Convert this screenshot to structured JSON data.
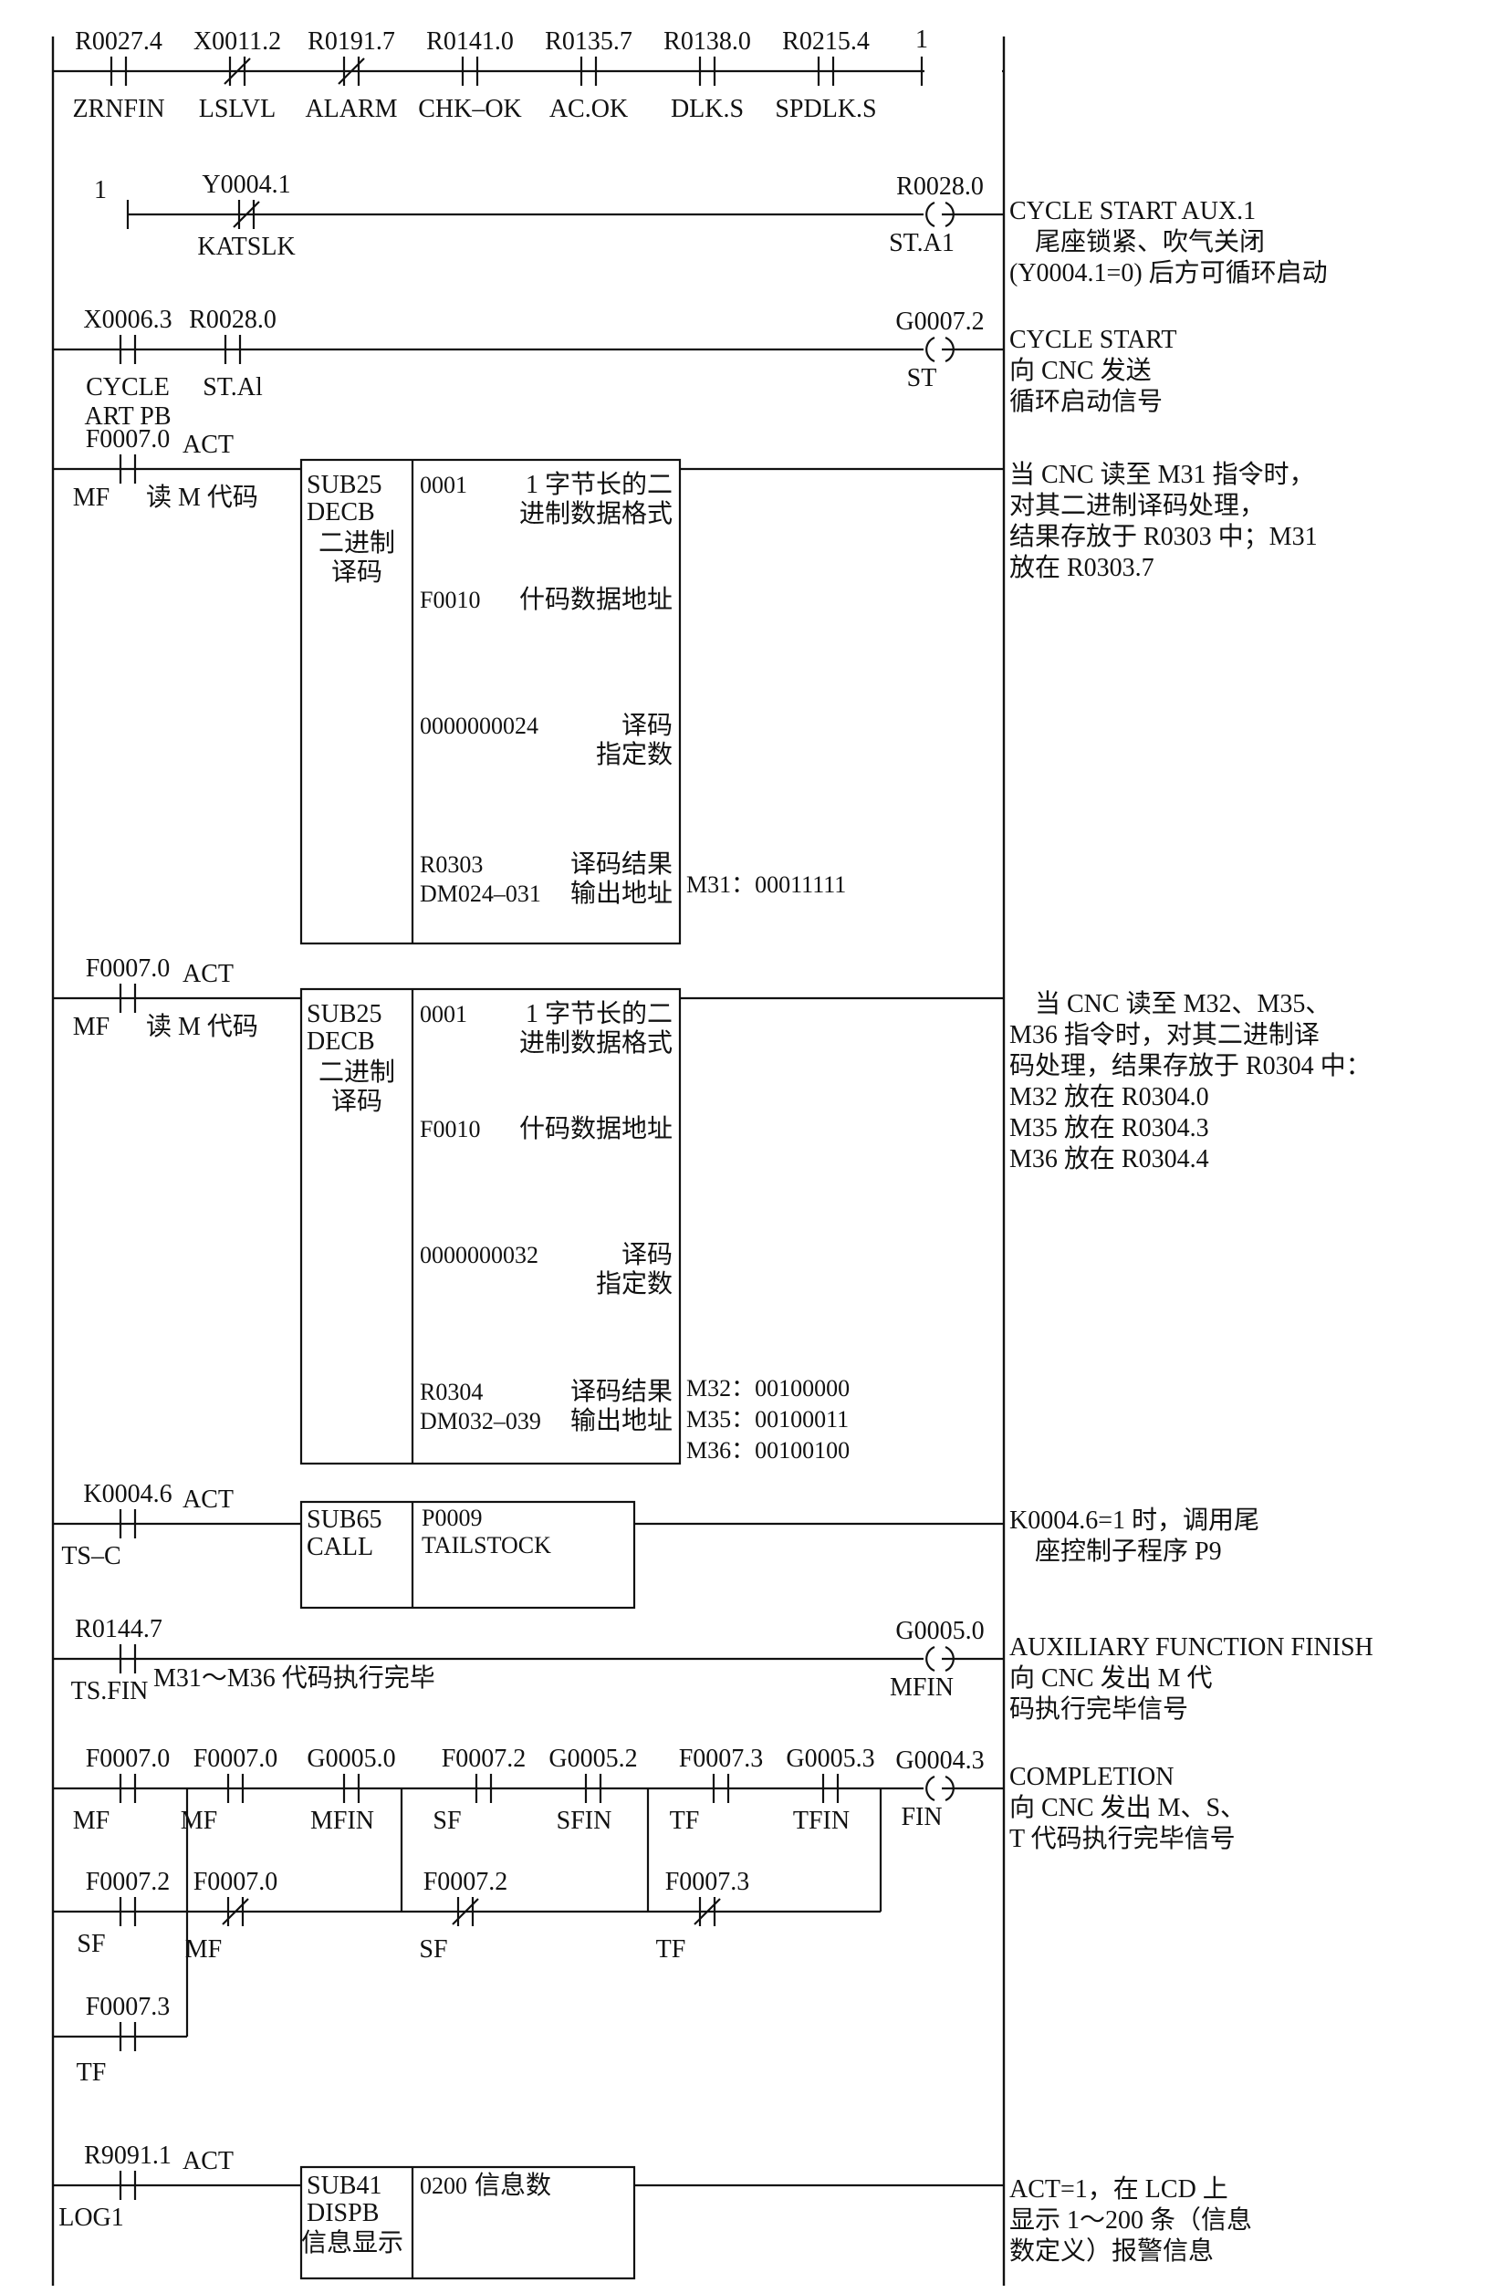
{
  "rungs": [
    {
      "contacts": [
        {
          "addr": "R0027.4",
          "sym": "ZRNFIN",
          "type": "NO"
        },
        {
          "addr": "X0011.2",
          "sym": "LSLVL",
          "type": "NC"
        },
        {
          "addr": "R0191.7",
          "sym": "ALARM",
          "type": "NC"
        },
        {
          "addr": "R0141.0",
          "sym": "CHK–OK",
          "type": "NO"
        },
        {
          "addr": "R0135.7",
          "sym": "AC.OK",
          "type": "NO"
        },
        {
          "addr": "R0138.0",
          "sym": "DLK.S",
          "type": "NO"
        },
        {
          "addr": "R0215.4",
          "sym": "SPDLK.S",
          "type": "NO"
        }
      ],
      "end_label": "1"
    },
    {
      "start_label": "1",
      "contacts": [
        {
          "addr": "Y0004.1",
          "sym": "KATSLK",
          "type": "NC"
        }
      ],
      "coil": {
        "addr": "R0028.0",
        "sym": "ST.A1"
      },
      "comment": [
        "CYCLE START AUX.1",
        "　尾座锁紧、吹气关闭",
        "(Y0004.1=0) 后方可循环启动"
      ]
    },
    {
      "contacts": [
        {
          "addr": "X0006.3",
          "sym": "CYCLE",
          "sym2": "ART  PB",
          "type": "NO"
        },
        {
          "addr": "R0028.0",
          "sym": "ST.Al",
          "type": "NO"
        }
      ],
      "coil": {
        "addr": "G0007.2",
        "sym": "ST"
      },
      "comment": [
        "CYCLE START",
        "向 CNC 发送",
        "循环启动信号"
      ]
    },
    {
      "contact": {
        "addr": "F0007.0",
        "sym": "MF",
        "act": "ACT",
        "note": "读 M 代码"
      },
      "func": {
        "name": "SUB25",
        "mnem": "DECB",
        "desc": [
          "二进制",
          "译码"
        ]
      },
      "params": [
        {
          "code": "0001",
          "desc": [
            "1 字节长的二",
            "进制数据格式"
          ]
        },
        {
          "code": "F0010",
          "desc": [
            "什码数据地址"
          ]
        },
        {
          "code": "0000000024",
          "desc": [
            "译码",
            "指定数"
          ]
        },
        {
          "code": "R0303",
          "code2": "DM024–031",
          "desc": [
            "译码结果",
            "输出地址"
          ]
        }
      ],
      "side_note": [
        "M31：00011111"
      ],
      "comment": [
        "当 CNC 读至 M31 指令时，",
        "对其二进制译码处理，",
        "结果存放于 R0303 中；M31",
        "放在 R0303.7"
      ]
    },
    {
      "contact": {
        "addr": "F0007.0",
        "sym": "MF",
        "act": "ACT",
        "note": "读 M 代码"
      },
      "func": {
        "name": "SUB25",
        "mnem": "DECB",
        "desc": [
          "二进制",
          "译码"
        ]
      },
      "params": [
        {
          "code": "0001",
          "desc": [
            "1 字节长的二",
            "进制数据格式"
          ]
        },
        {
          "code": "F0010",
          "desc": [
            "什码数据地址"
          ]
        },
        {
          "code": "0000000032",
          "desc": [
            "译码",
            "指定数"
          ]
        },
        {
          "code": "R0304",
          "code2": "DM032–039",
          "desc": [
            "译码结果",
            "输出地址"
          ]
        }
      ],
      "side_note": [
        "M32：00100000",
        "M35：00100011",
        "M36：00100100"
      ],
      "comment": [
        "　当 CNC 读至 M32、M35、",
        "M36 指令时，对其二进制译",
        "码处理，结果存放于 R0304 中：",
        "M32 放在 R0304.0",
        "M35 放在 R0304.3",
        "M36 放在 R0304.4"
      ]
    },
    {
      "contact": {
        "addr": "K0004.6",
        "sym": "TS–C",
        "act": "ACT"
      },
      "func": {
        "name": "SUB65",
        "mnem": "CALL"
      },
      "params": [
        {
          "code": "P0009",
          "code2": "TAILSTOCK"
        }
      ],
      "comment": [
        "K0004.6=1 时，调用尾",
        "　座控制子程序 P9"
      ]
    },
    {
      "contacts": [
        {
          "addr": "R0144.7",
          "sym": "TS.FIN",
          "type": "NO"
        }
      ],
      "contact_note": "M31～M36 代码执行完毕",
      "coil": {
        "addr": "G0005.0",
        "sym": "MFIN"
      },
      "comment": [
        "AUXILIARY FUNCTION FINISH",
        "向 CNC 发出 M 代",
        "码执行完毕信号"
      ]
    },
    {
      "row1": [
        {
          "addr": "F0007.0",
          "sym": "MF",
          "type": "NO"
        },
        {
          "addr": "F0007.0",
          "sym": "MF",
          "type": "NO"
        },
        {
          "addr": "G0005.0",
          "sym": "MFIN",
          "type": "NO"
        },
        {
          "addr": "F0007.2",
          "sym": "SF",
          "type": "NO"
        },
        {
          "addr": "G0005.2",
          "sym": "SFIN",
          "type": "NO"
        },
        {
          "addr": "F0007.3",
          "sym": "TF",
          "type": "NO"
        },
        {
          "addr": "G0005.3",
          "sym": "TFIN",
          "type": "NO"
        }
      ],
      "row2": [
        {
          "addr": "F0007.2",
          "sym": "SF",
          "type": "NO"
        },
        {
          "addr": "F0007.0",
          "sym": "MF",
          "type": "NC"
        },
        {
          "addr": "F0007.2",
          "sym": "SF",
          "type": "NC"
        },
        {
          "addr": "F0007.3",
          "sym": "TF",
          "type": "NC"
        }
      ],
      "row3": [
        {
          "addr": "F0007.3",
          "sym": "TF",
          "type": "NO"
        }
      ],
      "coil": {
        "addr": "G0004.3",
        "sym": "FIN"
      },
      "comment": [
        "COMPLETION",
        "向 CNC 发出 M、S、",
        "T 代码执行完毕信号"
      ]
    },
    {
      "contact": {
        "addr": "R9091.1",
        "sym": "LOG1",
        "act": "ACT"
      },
      "func": {
        "name": "SUB41",
        "mnem": "DISPB",
        "desc": [
          "信息显示"
        ]
      },
      "params": [
        {
          "code": "0200",
          "desc": [
            "信息数"
          ]
        }
      ],
      "comment": [
        "ACT=1，在 LCD 上",
        "显示 1～200 条（信息",
        "数定义）报警信息"
      ]
    }
  ]
}
